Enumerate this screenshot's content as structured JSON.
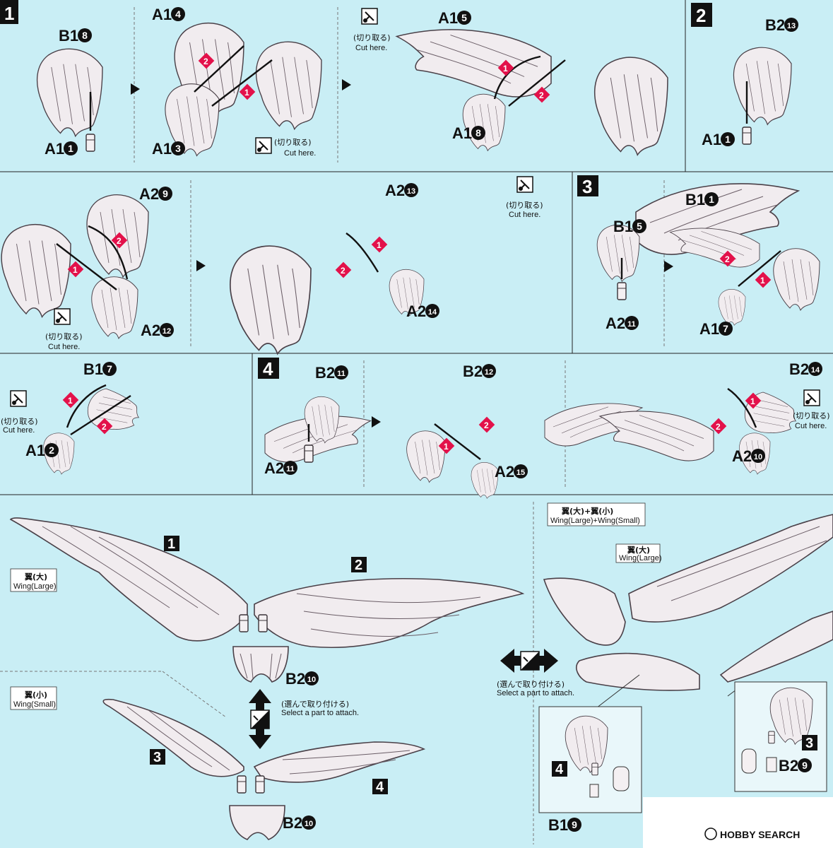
{
  "steps": {
    "s1": "1",
    "s2": "2",
    "s3": "3",
    "s4": "4"
  },
  "cut": {
    "jp": "(切り取る)",
    "en": "Cut here."
  },
  "select": {
    "jp": "(選んで取り付ける)",
    "en": "Select a part to attach."
  },
  "wing_large": {
    "jp": "翼(大)",
    "en": "Wing(Large)"
  },
  "wing_small": {
    "jp": "翼(小)",
    "en": "Wing(Small)"
  },
  "wing_combo": {
    "jp": "翼(大)+翼(小)",
    "en": "Wing(Large)+Wing(Small)"
  },
  "parts": {
    "p1": {
      "r": "B1",
      "n": "8"
    },
    "p2": {
      "r": "A1",
      "n": "1"
    },
    "p3": {
      "r": "A1",
      "n": "4"
    },
    "p4": {
      "r": "A1",
      "n": "3"
    },
    "p5": {
      "r": "A1",
      "n": "5"
    },
    "p6": {
      "r": "A1",
      "n": "8"
    },
    "p7": {
      "r": "B2",
      "n": "13"
    },
    "p8": {
      "r": "A1",
      "n": "1"
    },
    "p9": {
      "r": "A2",
      "n": "9"
    },
    "p10": {
      "r": "A2",
      "n": "12"
    },
    "p11": {
      "r": "A2",
      "n": "13"
    },
    "p12": {
      "r": "A2",
      "n": "14"
    },
    "p13": {
      "r": "B1",
      "n": "5"
    },
    "p14": {
      "r": "A2",
      "n": "11"
    },
    "p15": {
      "r": "B1",
      "n": "1"
    },
    "p16": {
      "r": "A1",
      "n": "7"
    },
    "p17": {
      "r": "B1",
      "n": "7"
    },
    "p18": {
      "r": "A1",
      "n": "2"
    },
    "p19": {
      "r": "B2",
      "n": "11"
    },
    "p20": {
      "r": "A2",
      "n": "11"
    },
    "p21": {
      "r": "B2",
      "n": "12"
    },
    "p22": {
      "r": "A2",
      "n": "15"
    },
    "p23": {
      "r": "B2",
      "n": "14"
    },
    "p24": {
      "r": "A2",
      "n": "10"
    },
    "p25": {
      "r": "B2",
      "n": "10"
    },
    "p26": {
      "r": "B2",
      "n": "10"
    },
    "p27": {
      "r": "B1",
      "n": "9"
    },
    "p28": {
      "r": "B2",
      "n": "9"
    }
  },
  "order": {
    "first": "1",
    "second": "2"
  },
  "watermark": "HOBBY SEARCH"
}
